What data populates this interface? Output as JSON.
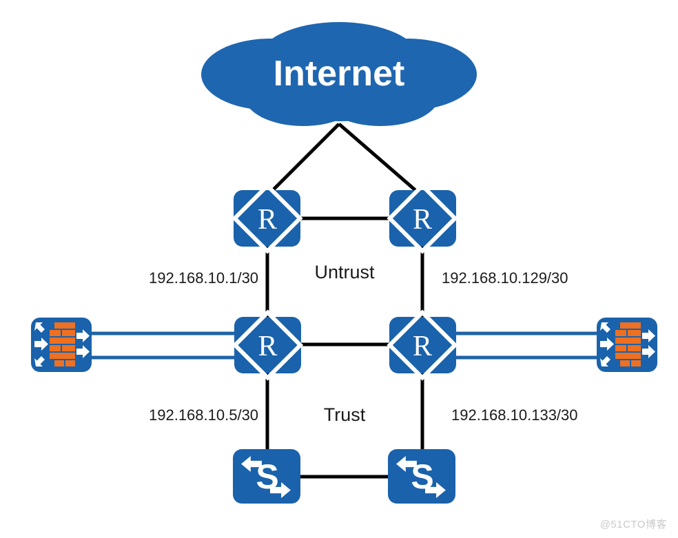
{
  "diagram": {
    "title_text": "Internet",
    "zones": [
      {
        "id": "untrust",
        "label": "Untrust"
      },
      {
        "id": "trust",
        "label": "Trust"
      }
    ],
    "ip_labels": [
      {
        "id": "untrust-left",
        "text": "192.168.10.1/30"
      },
      {
        "id": "untrust-right",
        "text": "192.168.10.129/30"
      },
      {
        "id": "trust-left",
        "text": "192.168.10.5/30"
      },
      {
        "id": "trust-right",
        "text": "192.168.10.133/30"
      }
    ],
    "nodes": {
      "cloud": {
        "name": "internet-cloud",
        "label": "Internet",
        "type": "cloud"
      },
      "router_top_left": {
        "name": "router-top-left",
        "label": "R",
        "type": "router"
      },
      "router_top_right": {
        "name": "router-top-right",
        "label": "R",
        "type": "router"
      },
      "router_mid_left": {
        "name": "router-mid-left",
        "label": "R",
        "type": "router"
      },
      "router_mid_right": {
        "name": "router-mid-right",
        "label": "R",
        "type": "router"
      },
      "switch_bottom_left": {
        "name": "switch-bottom-left",
        "label": "S",
        "type": "switch"
      },
      "switch_bottom_right": {
        "name": "switch-bottom-right",
        "label": "S",
        "type": "switch"
      },
      "firewall_left": {
        "name": "firewall-left",
        "label": "",
        "type": "firewall"
      },
      "firewall_right": {
        "name": "firewall-right",
        "label": "",
        "type": "firewall"
      }
    },
    "colors": {
      "node_blue": "#1a62ab",
      "cloud_blue": "#1f66b0",
      "brick_orange": "#ee7020",
      "link_black": "#000000",
      "link_blue": "#1f63a8",
      "background": "#ffffff",
      "text_dark": "#1a1a1a",
      "watermark_gray": "#c9c9c9"
    }
  },
  "watermark": {
    "text": "@51CTO博客"
  }
}
